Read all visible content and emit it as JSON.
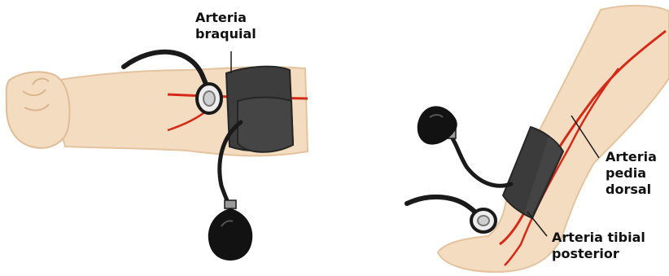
{
  "labels": {
    "braquial": [
      "Arteria",
      "braquial"
    ],
    "pedia": [
      "Arteria",
      "pedia",
      "dorsal"
    ],
    "tibial": [
      "Arteria tibial",
      "posterior"
    ]
  },
  "colors": {
    "skin": "#f3dcc0",
    "skin_shadow": "#e4c3a0",
    "artery": "#d42a18",
    "cuff": "#3d3d3d",
    "tube": "#1a1a1a",
    "label_text": "#111111"
  }
}
